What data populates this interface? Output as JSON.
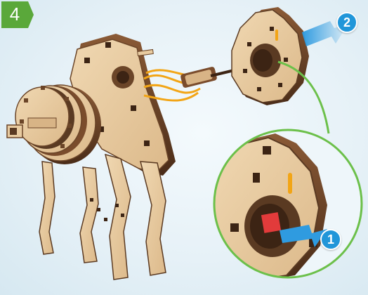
{
  "step": {
    "number": "4",
    "badge_color": "#5aa83a"
  },
  "callouts": [
    {
      "label": "2",
      "color": "#2196d9"
    },
    {
      "label": "1",
      "color": "#2196d9"
    }
  ],
  "colors": {
    "wood_light": "#e8cba0",
    "wood_edge": "#5a3a22",
    "arrow_blue": "#2f9be0",
    "zoom_circle": "#6cc04a",
    "rubber_band": "#f2a516",
    "red_part": "#e23b3b"
  }
}
